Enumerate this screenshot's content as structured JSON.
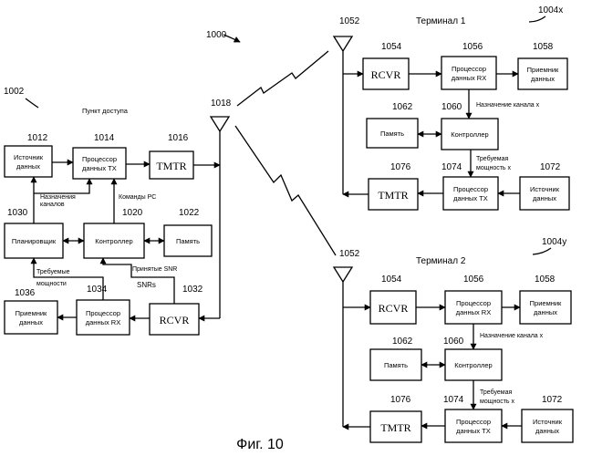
{
  "labels": {
    "ref_1000": "1000",
    "ref_1002": "1002",
    "ref_1004x": "1004x",
    "ref_1004y": "1004y",
    "access_point": "Пункт доступа",
    "terminal1": "Терминал 1",
    "terminal2": "Терминал 2",
    "ref_1018": "1018",
    "ref_1052": "1052",
    "figure_caption": "Фиг. 10"
  },
  "access_point": {
    "data_source": {
      "ref": "1012",
      "line1": "Источник",
      "line2": "данных"
    },
    "tx_proc": {
      "ref": "1014",
      "line1": "Процессор",
      "line2": "данных TX"
    },
    "tmtr": {
      "ref": "1016",
      "line1": "TMTR"
    },
    "scheduler": {
      "ref": "1030",
      "line1": "Планировщик"
    },
    "controller": {
      "ref": "1020",
      "line1": "Контроллер"
    },
    "memory": {
      "ref": "1022",
      "line1": "Память"
    },
    "data_sink": {
      "ref": "1036",
      "line1": "Приемник",
      "line2": "данных"
    },
    "rx_proc": {
      "ref": "1034",
      "line1": "Процессор",
      "line2": "данных RX"
    },
    "rcvr": {
      "ref": "1032",
      "line1": "RCVR"
    },
    "ann_assign1": "Назначения",
    "ann_assign2": "каналов",
    "ann_pc": "Команды PC",
    "ann_req1": "Требуемые",
    "ann_req2": "мощности",
    "ann_snr": "Принятые SNR",
    "ann_snrs": "SNRs"
  },
  "terminal1": {
    "rcvr": {
      "ref": "1054",
      "line1": "RCVR"
    },
    "rx_proc": {
      "ref": "1056",
      "line1": "Процессор",
      "line2": "данных RX"
    },
    "data_sink": {
      "ref": "1058",
      "line1": "Приемник",
      "line2": "данных"
    },
    "memory": {
      "ref": "1062",
      "line1": "Память"
    },
    "controller": {
      "ref": "1060",
      "line1": "Контроллер"
    },
    "tmtr": {
      "ref": "1076",
      "line1": "TMTR"
    },
    "tx_proc": {
      "ref": "1074",
      "line1": "Процессор",
      "line2": "данных TX"
    },
    "data_source": {
      "ref": "1072",
      "line1": "Источник",
      "line2": "данных"
    },
    "ann_assign": "Назначение канала x",
    "ann_req1": "Требуемая",
    "ann_req2": "мощность x"
  },
  "terminal2": {
    "rcvr": {
      "ref": "1054",
      "line1": "RCVR"
    },
    "rx_proc": {
      "ref": "1056",
      "line1": "Процессор",
      "line2": "данных RX"
    },
    "data_sink": {
      "ref": "1058",
      "line1": "Приемник",
      "line2": "данных"
    },
    "memory": {
      "ref": "1062",
      "line1": "Память"
    },
    "controller": {
      "ref": "1060",
      "line1": "Контроллер"
    },
    "tmtr": {
      "ref": "1076",
      "line1": "TMTR"
    },
    "tx_proc": {
      "ref": "1074",
      "line1": "Процессор",
      "line2": "данных TX"
    },
    "data_source": {
      "ref": "1072",
      "line1": "Источник",
      "line2": "данных"
    },
    "ann_assign": "Назначение канала x",
    "ann_req1": "Требуемая",
    "ann_req2": "мощность x"
  }
}
